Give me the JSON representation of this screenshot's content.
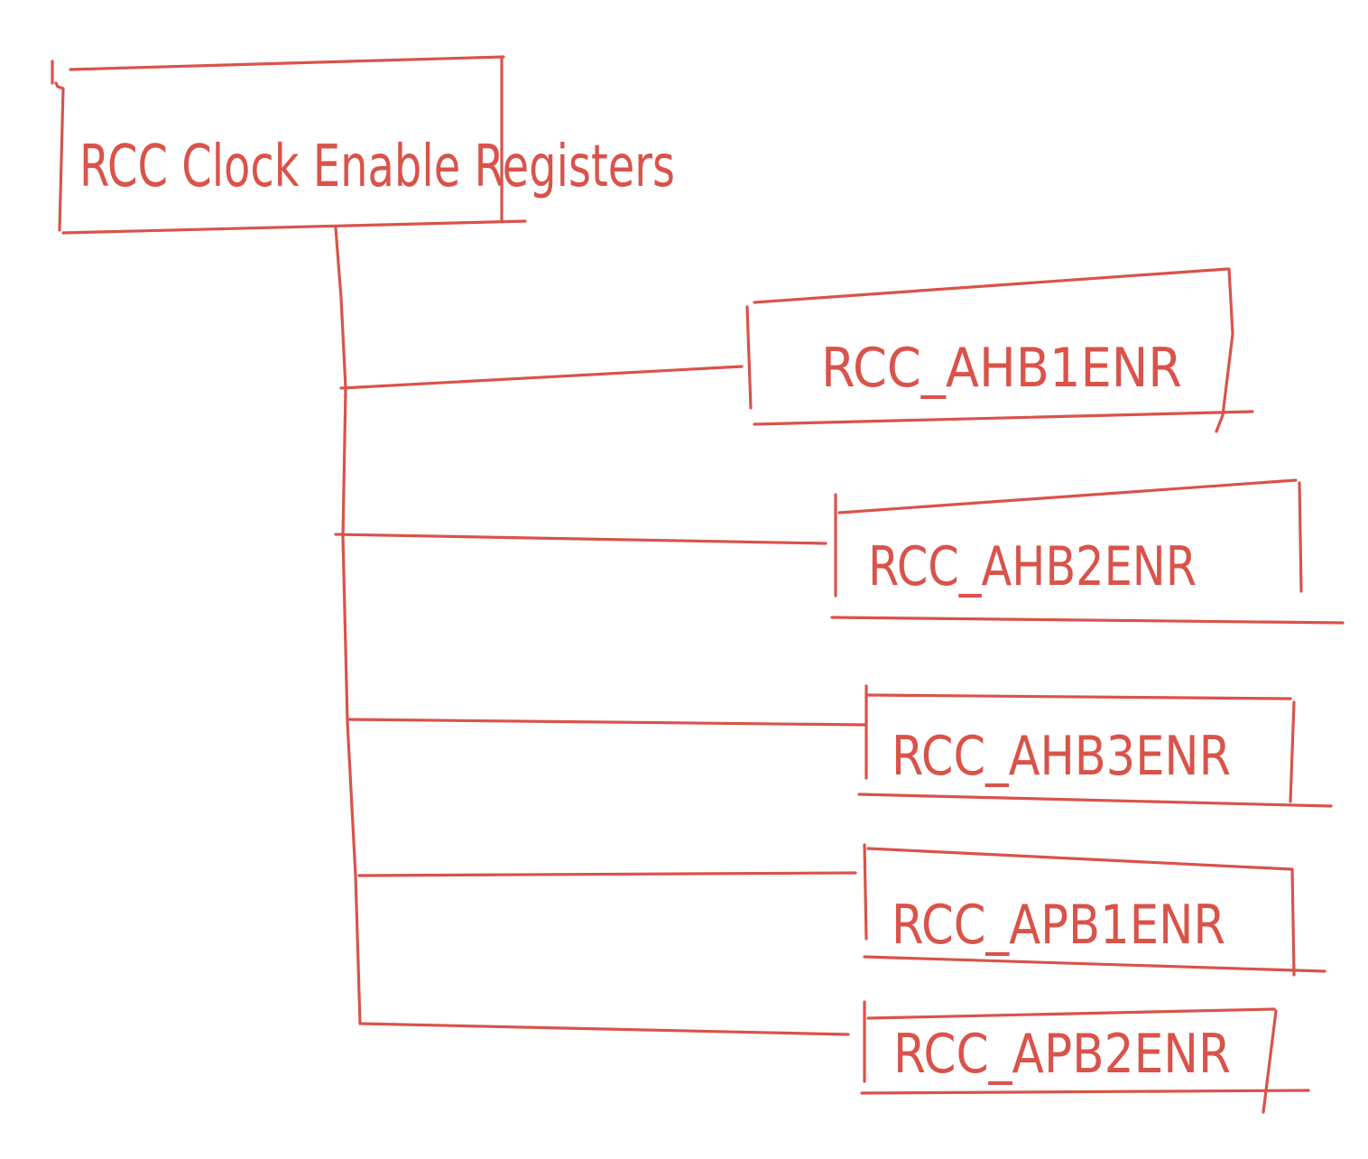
{
  "colors": {
    "ink": "#d9534a",
    "background": "#ffffff"
  },
  "diagram": {
    "root": {
      "label": "RCC Clock Enable Registers"
    },
    "children": [
      {
        "label": "RCC_AHB1ENR"
      },
      {
        "label": "RCC_AHB2ENR"
      },
      {
        "label": "RCC_AHB3ENR"
      },
      {
        "label": "RCC_APB1ENR"
      },
      {
        "label": "RCC_APB2ENR"
      }
    ]
  }
}
